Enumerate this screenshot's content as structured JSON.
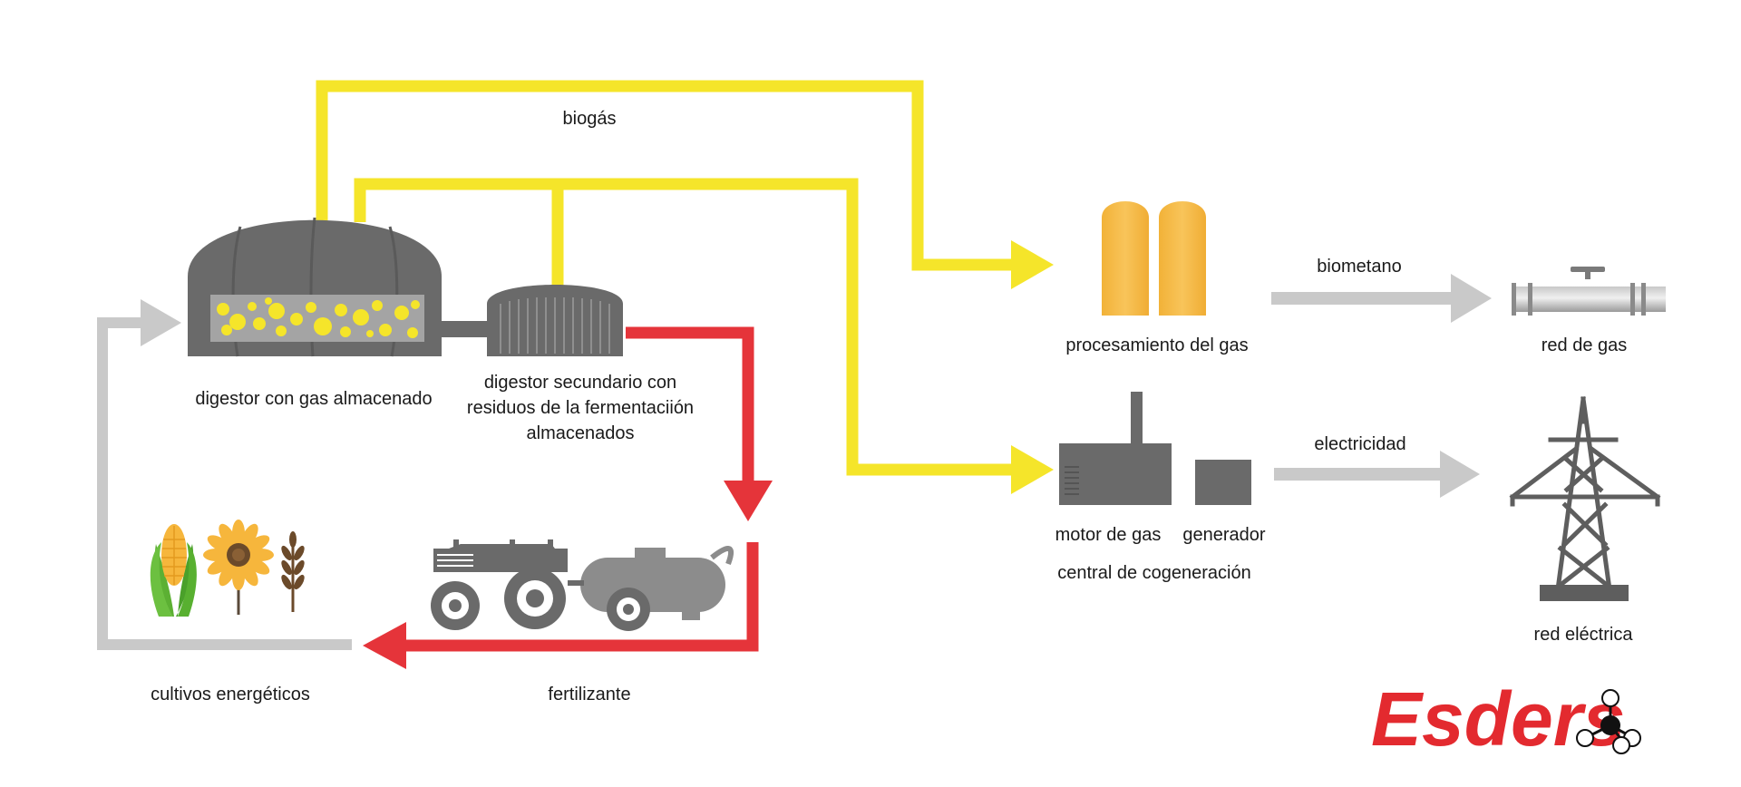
{
  "labels": {
    "biogas": "biogás",
    "digestor": "digestor con gas almacenado",
    "secundario_1": "digestor secundario con",
    "secundario_2": "residuos de la fermentaciión",
    "secundario_3": "almacenados",
    "procesamiento": "procesamiento del gas",
    "biometano": "biometano",
    "red_gas": "red de gas",
    "electricidad": "electricidad",
    "motor": "motor de gas",
    "generador": "generador",
    "central": "central de cogeneración",
    "red_electrica": "red eléctrica",
    "cultivos": "cultivos energéticos",
    "fertilizante": "fertilizante"
  },
  "logo": {
    "text": "Esders"
  },
  "colors": {
    "gas_flow": "#f5e52a",
    "fertilizer_flow": "#e5343a",
    "grey_flow": "#c9c9c9",
    "equipment": "#6b6b6b",
    "brand": "#e32a2f"
  },
  "icons": [
    "digester-dome-icon",
    "secondary-digester-icon",
    "gas-tank-icon",
    "pipeline-icon",
    "gas-engine-icon",
    "generator-icon",
    "power-pylon-icon",
    "corn-icon",
    "sunflower-icon",
    "wheat-icon",
    "tractor-tanker-icon",
    "methane-molecule-icon"
  ]
}
